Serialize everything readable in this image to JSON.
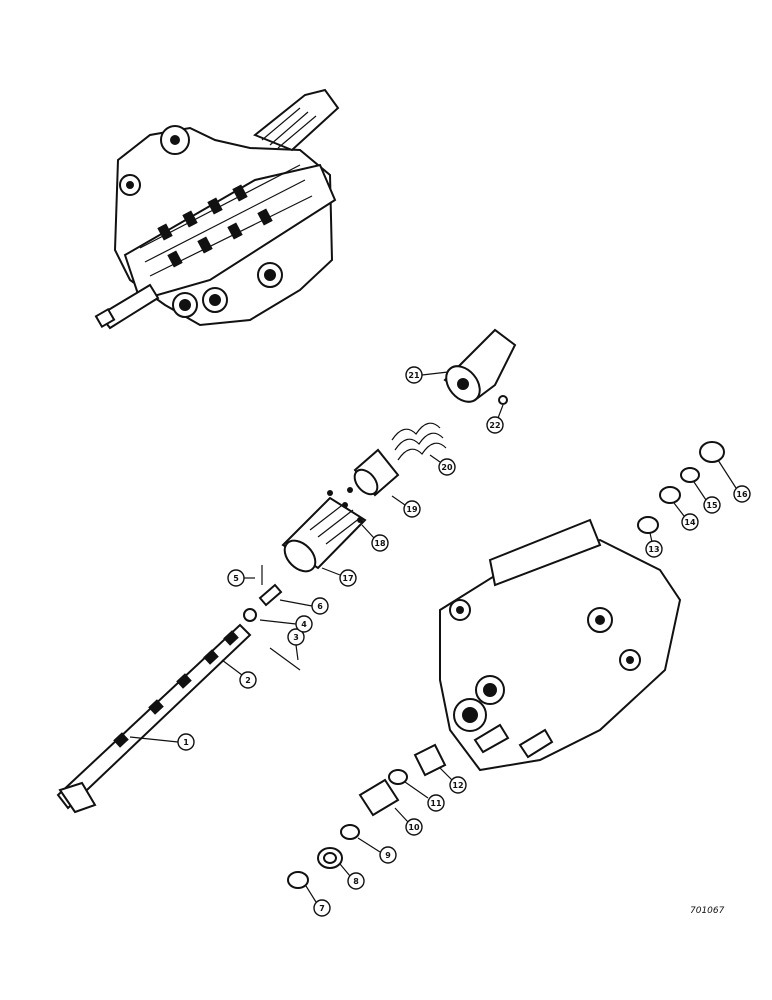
{
  "callouts": [
    {
      "id": "1",
      "label": "1"
    },
    {
      "id": "2",
      "label": "2"
    },
    {
      "id": "3",
      "label": "3"
    },
    {
      "id": "4",
      "label": "4"
    },
    {
      "id": "5",
      "label": "5"
    },
    {
      "id": "6",
      "label": "6"
    },
    {
      "id": "7",
      "label": "7"
    },
    {
      "id": "8",
      "label": "8"
    },
    {
      "id": "9",
      "label": "9"
    },
    {
      "id": "10",
      "label": "10"
    },
    {
      "id": "11",
      "label": "11"
    },
    {
      "id": "12",
      "label": "12"
    },
    {
      "id": "13",
      "label": "13"
    },
    {
      "id": "14",
      "label": "14"
    },
    {
      "id": "15",
      "label": "15"
    },
    {
      "id": "16",
      "label": "16"
    },
    {
      "id": "17",
      "label": "17"
    },
    {
      "id": "18",
      "label": "18"
    },
    {
      "id": "19",
      "label": "19"
    },
    {
      "id": "20",
      "label": "20"
    },
    {
      "id": "21",
      "label": "21"
    },
    {
      "id": "22",
      "label": "22"
    }
  ],
  "reference_code": "701067"
}
